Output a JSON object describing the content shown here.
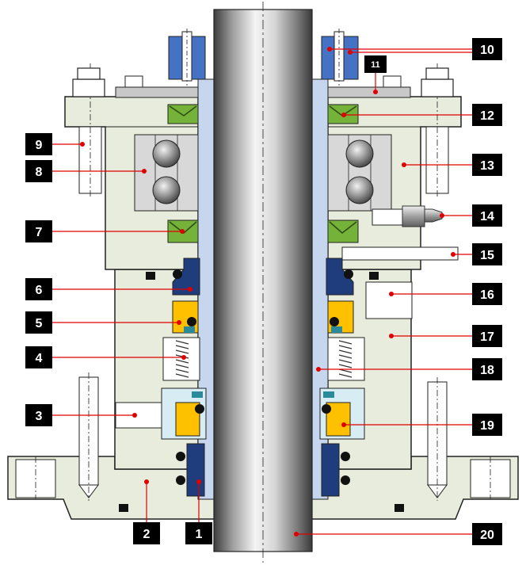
{
  "diagram": {
    "left_labels": [
      {
        "id": "label-9",
        "text": "9"
      },
      {
        "id": "label-8",
        "text": "8"
      },
      {
        "id": "label-7",
        "text": "7"
      },
      {
        "id": "label-6",
        "text": "6"
      },
      {
        "id": "label-5",
        "text": "5"
      },
      {
        "id": "label-4",
        "text": "4"
      },
      {
        "id": "label-3",
        "text": "3"
      }
    ],
    "bottom_labels": [
      {
        "id": "label-2",
        "text": "2"
      },
      {
        "id": "label-1",
        "text": "1"
      }
    ],
    "right_labels": [
      {
        "id": "label-10",
        "text": "10"
      },
      {
        "id": "label-12",
        "text": "12"
      },
      {
        "id": "label-13",
        "text": "13"
      },
      {
        "id": "label-14",
        "text": "14"
      },
      {
        "id": "label-15",
        "text": "15"
      },
      {
        "id": "label-16",
        "text": "16"
      },
      {
        "id": "label-17",
        "text": "17"
      },
      {
        "id": "label-18",
        "text": "18"
      },
      {
        "id": "label-19",
        "text": "19"
      },
      {
        "id": "label-20",
        "text": "20"
      }
    ],
    "small_labels": [
      {
        "id": "label-11",
        "text": "11"
      }
    ],
    "colors": {
      "housing": "#e8ecdc",
      "housing_edge": "#222222",
      "sleeve": "#c6d6ee",
      "shaft_light": "#eeeeee",
      "shaft_dark": "#5a5a5a",
      "bearing": "#d8d8d8",
      "seal_green": "#74b23a",
      "seal_ring": "#ffc000",
      "face_navy": "#1f3c7c",
      "clamp_blue": "#4472c4",
      "accent_teal": "#2a8a9a",
      "leader_red": "#e00000",
      "label_bg": "#000000"
    }
  }
}
